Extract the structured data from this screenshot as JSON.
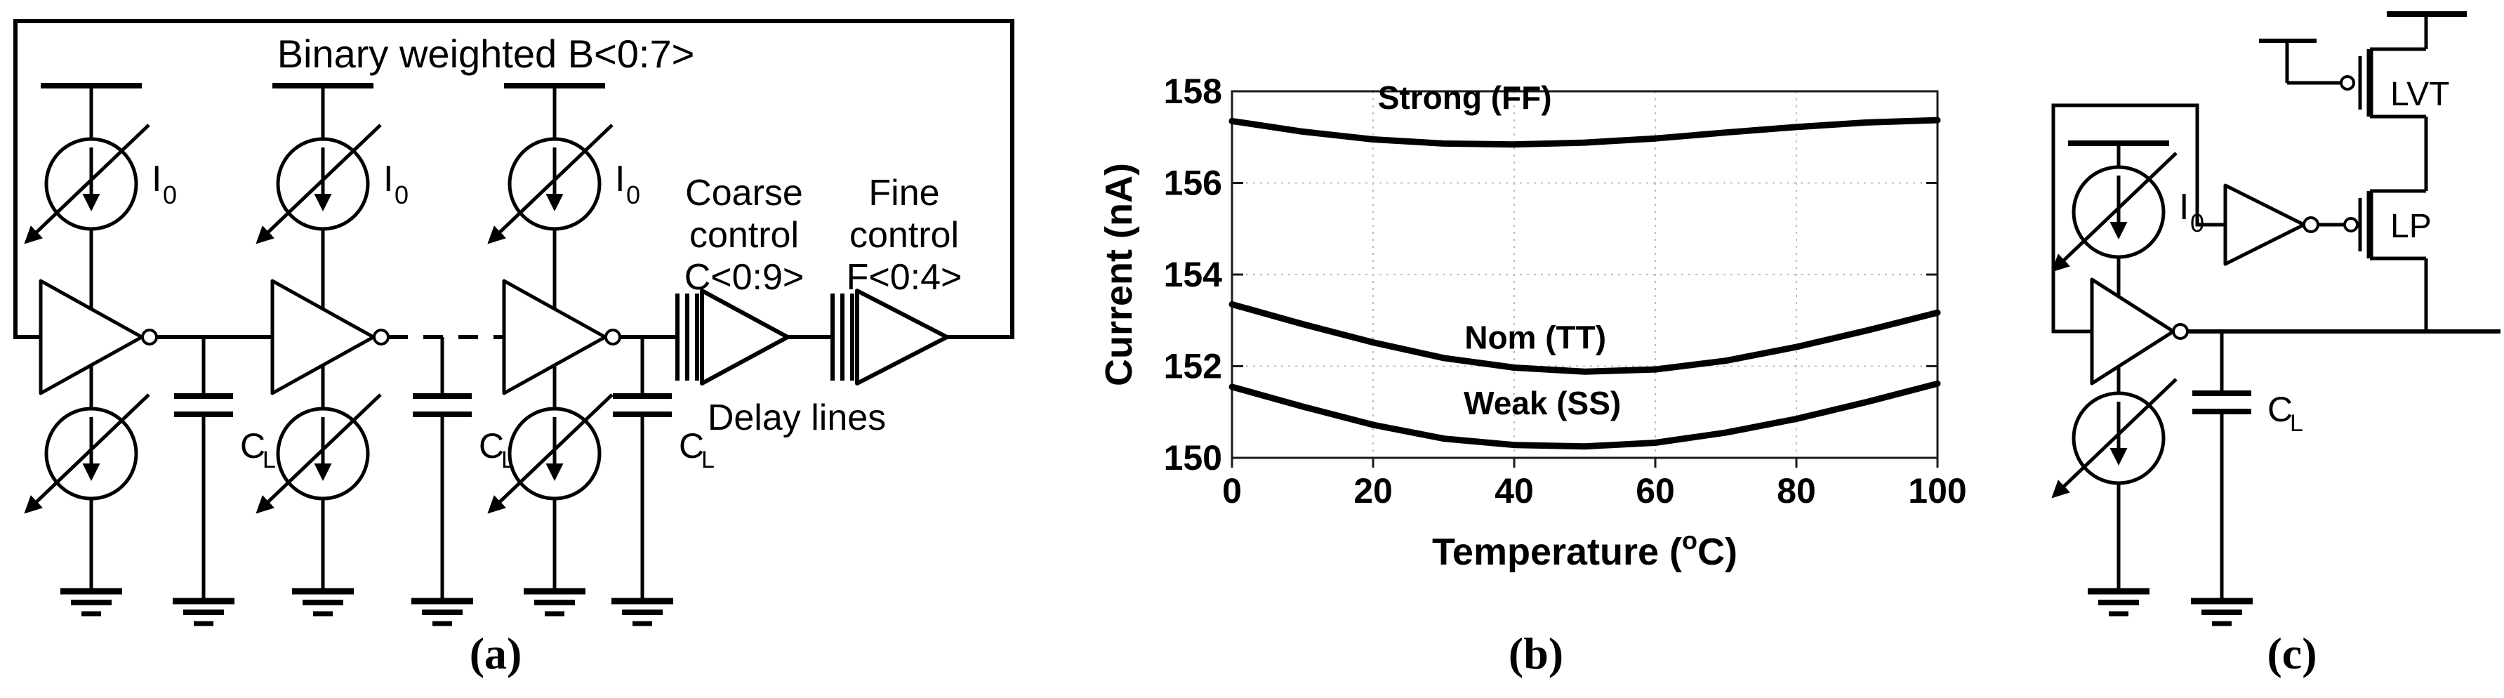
{
  "colors": {
    "ink": "#000000",
    "grid": "#bdbdbd",
    "axis": "#1a1a1a",
    "background": "#ffffff"
  },
  "panel_a": {
    "title": "Binary weighted B<0:7>",
    "i0_main": "I",
    "i0_sub": "0",
    "cl_main": "C",
    "cl_sub": "L",
    "coarse": [
      "Coarse",
      "control",
      "C<0:9>"
    ],
    "fine": [
      "Fine",
      "control",
      "F<0:4>"
    ],
    "delay_lines": "Delay lines",
    "caption": "(a)"
  },
  "panel_b": {
    "caption": "(b)"
  },
  "chart_data": {
    "type": "line",
    "title": "",
    "xlabel": "Temperature (°C)",
    "xlabel_parts": [
      "Temperature (",
      "o",
      "C)"
    ],
    "ylabel": "Current (nA)",
    "xlim": [
      0,
      100
    ],
    "ylim": [
      150,
      158
    ],
    "xticks": [
      0,
      20,
      40,
      60,
      80,
      100
    ],
    "yticks": [
      150,
      152,
      154,
      156,
      158
    ],
    "grid": "dotted",
    "legend": "inline-labels",
    "x": [
      0,
      10,
      20,
      30,
      40,
      50,
      60,
      70,
      80,
      90,
      100
    ],
    "series": [
      {
        "name": "Strong (FF)",
        "values": [
          157.35,
          157.12,
          156.95,
          156.86,
          156.84,
          156.88,
          156.97,
          157.1,
          157.22,
          157.32,
          157.37
        ],
        "label_x": 33,
        "label_y": 157.62
      },
      {
        "name": "Nom (TT)",
        "values": [
          153.35,
          152.92,
          152.52,
          152.18,
          151.97,
          151.88,
          151.93,
          152.12,
          152.42,
          152.78,
          153.17
        ],
        "label_x": 43,
        "label_y": 152.38
      },
      {
        "name": "Weak (SS)",
        "values": [
          151.55,
          151.12,
          150.72,
          150.42,
          150.28,
          150.25,
          150.33,
          150.55,
          150.85,
          151.22,
          151.62
        ],
        "label_x": 44,
        "label_y": 150.95
      }
    ]
  },
  "panel_c": {
    "i0_main": "I",
    "i0_sub": "0",
    "cl_main": "C",
    "cl_sub": "L",
    "lvt": "LVT",
    "lp": "LP",
    "caption": "(c)"
  }
}
